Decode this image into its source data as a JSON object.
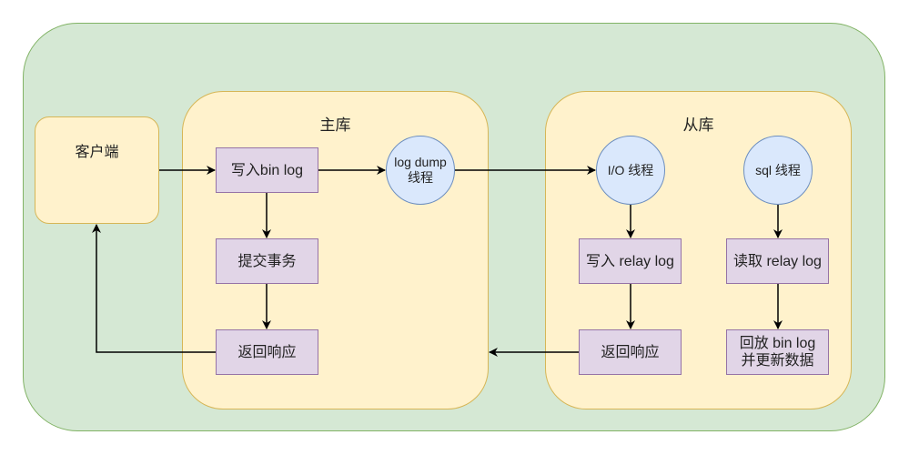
{
  "diagram": {
    "title": "MySQL 主从复制流程",
    "client": {
      "label": "客户端"
    },
    "master": {
      "title": "主库",
      "nodes": {
        "write_binlog": "写入bin log",
        "log_dump_thread": "log dump\n线程",
        "commit_tx": "提交事务",
        "return_response": "返回响应"
      }
    },
    "slave": {
      "title": "从库",
      "nodes": {
        "io_thread": "I/O 线程",
        "sql_thread": "sql 线程",
        "write_relaylog": "写入 relay log",
        "read_relaylog": "读取 relay log",
        "return_response": "返回响应",
        "replay_binlog": "回放 bin log\n并更新数据"
      }
    },
    "edges": [
      {
        "from": "client",
        "to": "master.write_binlog"
      },
      {
        "from": "master.write_binlog",
        "to": "master.log_dump_thread"
      },
      {
        "from": "master.log_dump_thread",
        "to": "slave.io_thread"
      },
      {
        "from": "master.write_binlog",
        "to": "master.commit_tx"
      },
      {
        "from": "master.commit_tx",
        "to": "master.return_response"
      },
      {
        "from": "master.return_response",
        "to": "client"
      },
      {
        "from": "slave.io_thread",
        "to": "slave.write_relaylog"
      },
      {
        "from": "slave.write_relaylog",
        "to": "slave.return_response"
      },
      {
        "from": "slave.return_response",
        "to": "master"
      },
      {
        "from": "slave.sql_thread",
        "to": "slave.read_relaylog"
      },
      {
        "from": "slave.read_relaylog",
        "to": "slave.replay_binlog"
      }
    ],
    "colors": {
      "outer_fill": "#d5e8d4",
      "outer_stroke": "#82b366",
      "panel_fill": "#fff2cc",
      "panel_stroke": "#d6b656",
      "process_fill": "#e1d5e7",
      "process_stroke": "#9673a6",
      "thread_fill": "#dae8fc",
      "thread_stroke": "#6c8ebf"
    }
  }
}
